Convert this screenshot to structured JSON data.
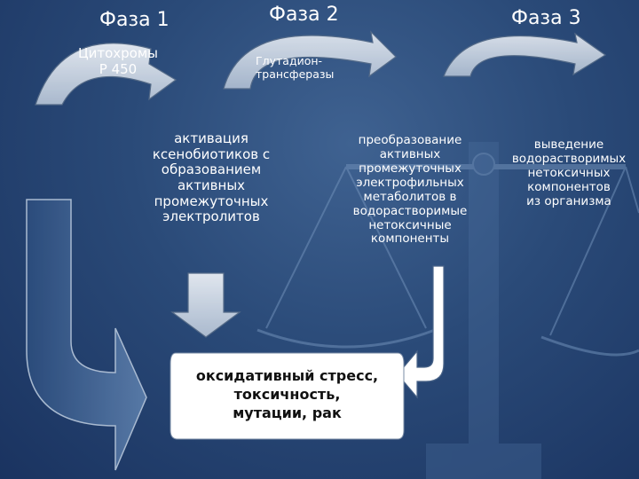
{
  "phases": [
    "Фаза 1",
    "Фаза 2",
    "Фаза 3"
  ],
  "enzymes": {
    "phase1": [
      "Цитохромы",
      "Р 450"
    ],
    "phase2": [
      "Глутадион-",
      "трансферазы"
    ]
  },
  "descriptions": {
    "phase1": [
      "активация",
      "ксенобиотиков с",
      "образованием",
      "активных",
      "промежуточных",
      "электролитов"
    ],
    "phase2": [
      "преобразование",
      "активных",
      "промежуточных",
      "электрофильных",
      "метаболитов в",
      "водорастворимые",
      "нетоксичные",
      "компоненты"
    ],
    "phase3": [
      "выведение",
      "водорастворимых",
      "нетоксичных",
      "компонентов",
      "из организма"
    ]
  },
  "outcome": [
    "оксидативный стресс,",
    "токсичность,",
    "мутации, рак"
  ]
}
